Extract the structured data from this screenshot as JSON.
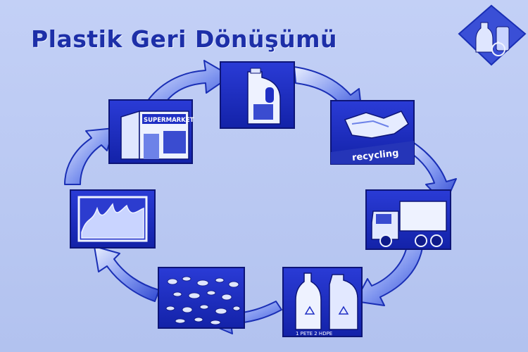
{
  "title": "Plastik Geri Dönüşümü",
  "steps": [
    {
      "icon": "milk-jug-icon",
      "text": ""
    },
    {
      "icon": "crushed-plastic-icon",
      "text": "recycling"
    },
    {
      "icon": "garbage-truck-icon",
      "text": ""
    },
    {
      "icon": "pet-hdpe-bottles-icon",
      "text": "1 PETE 2 HDPE"
    },
    {
      "icon": "plastic-flakes-icon",
      "text": ""
    },
    {
      "icon": "melting-plastic-icon",
      "text": ""
    },
    {
      "icon": "supermarket-icon",
      "text": "SUPERMARKET"
    }
  ],
  "logo": {
    "icon": "recycle-bottles-logo-icon"
  },
  "colors": {
    "background": "#b7c6f0",
    "panel": "#1f2fc4",
    "arrow": "#3f5de0",
    "title": "#1d2fa8"
  }
}
